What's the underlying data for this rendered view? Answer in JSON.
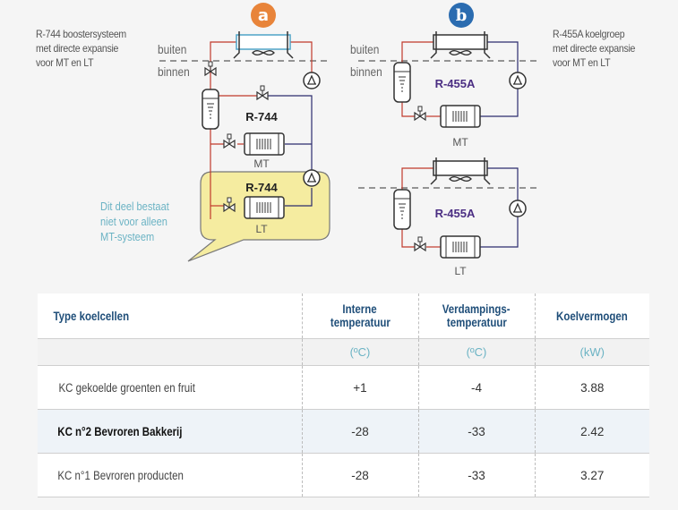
{
  "system_a": {
    "badge": "a",
    "badge_color": "#e8843a",
    "caption": [
      "R-744 boostersysteem",
      "met directe expansie",
      "voor MT en LT"
    ],
    "refrigerant_label_mt": "R-744",
    "refrigerant_label_lt": "R-744",
    "mt_label": "MT",
    "lt_label": "LT",
    "note": [
      "Dit deel bestaat",
      "niet voor alleen",
      "MT-systeem"
    ]
  },
  "system_b": {
    "badge": "b",
    "badge_color": "#2b6cb0",
    "caption": [
      "R-455A koelgroep",
      "met directe expansie",
      "voor MT en LT"
    ],
    "refrigerant_label_mt": "R-455A",
    "refrigerant_label_lt": "R-455A",
    "mt_label": "MT",
    "lt_label": "LT"
  },
  "zones": {
    "outside": "buiten",
    "inside": "binnen"
  },
  "colors": {
    "liquid_line": "#c0392b",
    "suction_line": "#2c2c6e",
    "highlight": "#f5eca0",
    "refrigerant_b": "#4b2e83",
    "note": "#6bb3c4"
  },
  "table": {
    "headers": [
      "Type koelcellen",
      "Interne temperatuur",
      "Verdampings-temperatuur",
      "Koelvermogen"
    ],
    "header_lines": [
      [
        "Type koelcellen"
      ],
      [
        "Interne",
        "temperatuur"
      ],
      [
        "Verdampings-",
        "temperatuur"
      ],
      [
        "Koelvermogen"
      ]
    ],
    "units": [
      "",
      "(ºC)",
      "(ºC)",
      "(kW)"
    ],
    "rows": [
      {
        "type": "KC gekoelde groenten en fruit",
        "internal_temp": "+1",
        "evap_temp": "-4",
        "capacity": "3.88"
      },
      {
        "type": "KC n°2 Bevroren Bakkerij",
        "internal_temp": "-28",
        "evap_temp": "-33",
        "capacity": "2.42"
      },
      {
        "type": "KC n°1 Bevroren producten",
        "internal_temp": "-28",
        "evap_temp": "-33",
        "capacity": "3.27"
      }
    ]
  }
}
